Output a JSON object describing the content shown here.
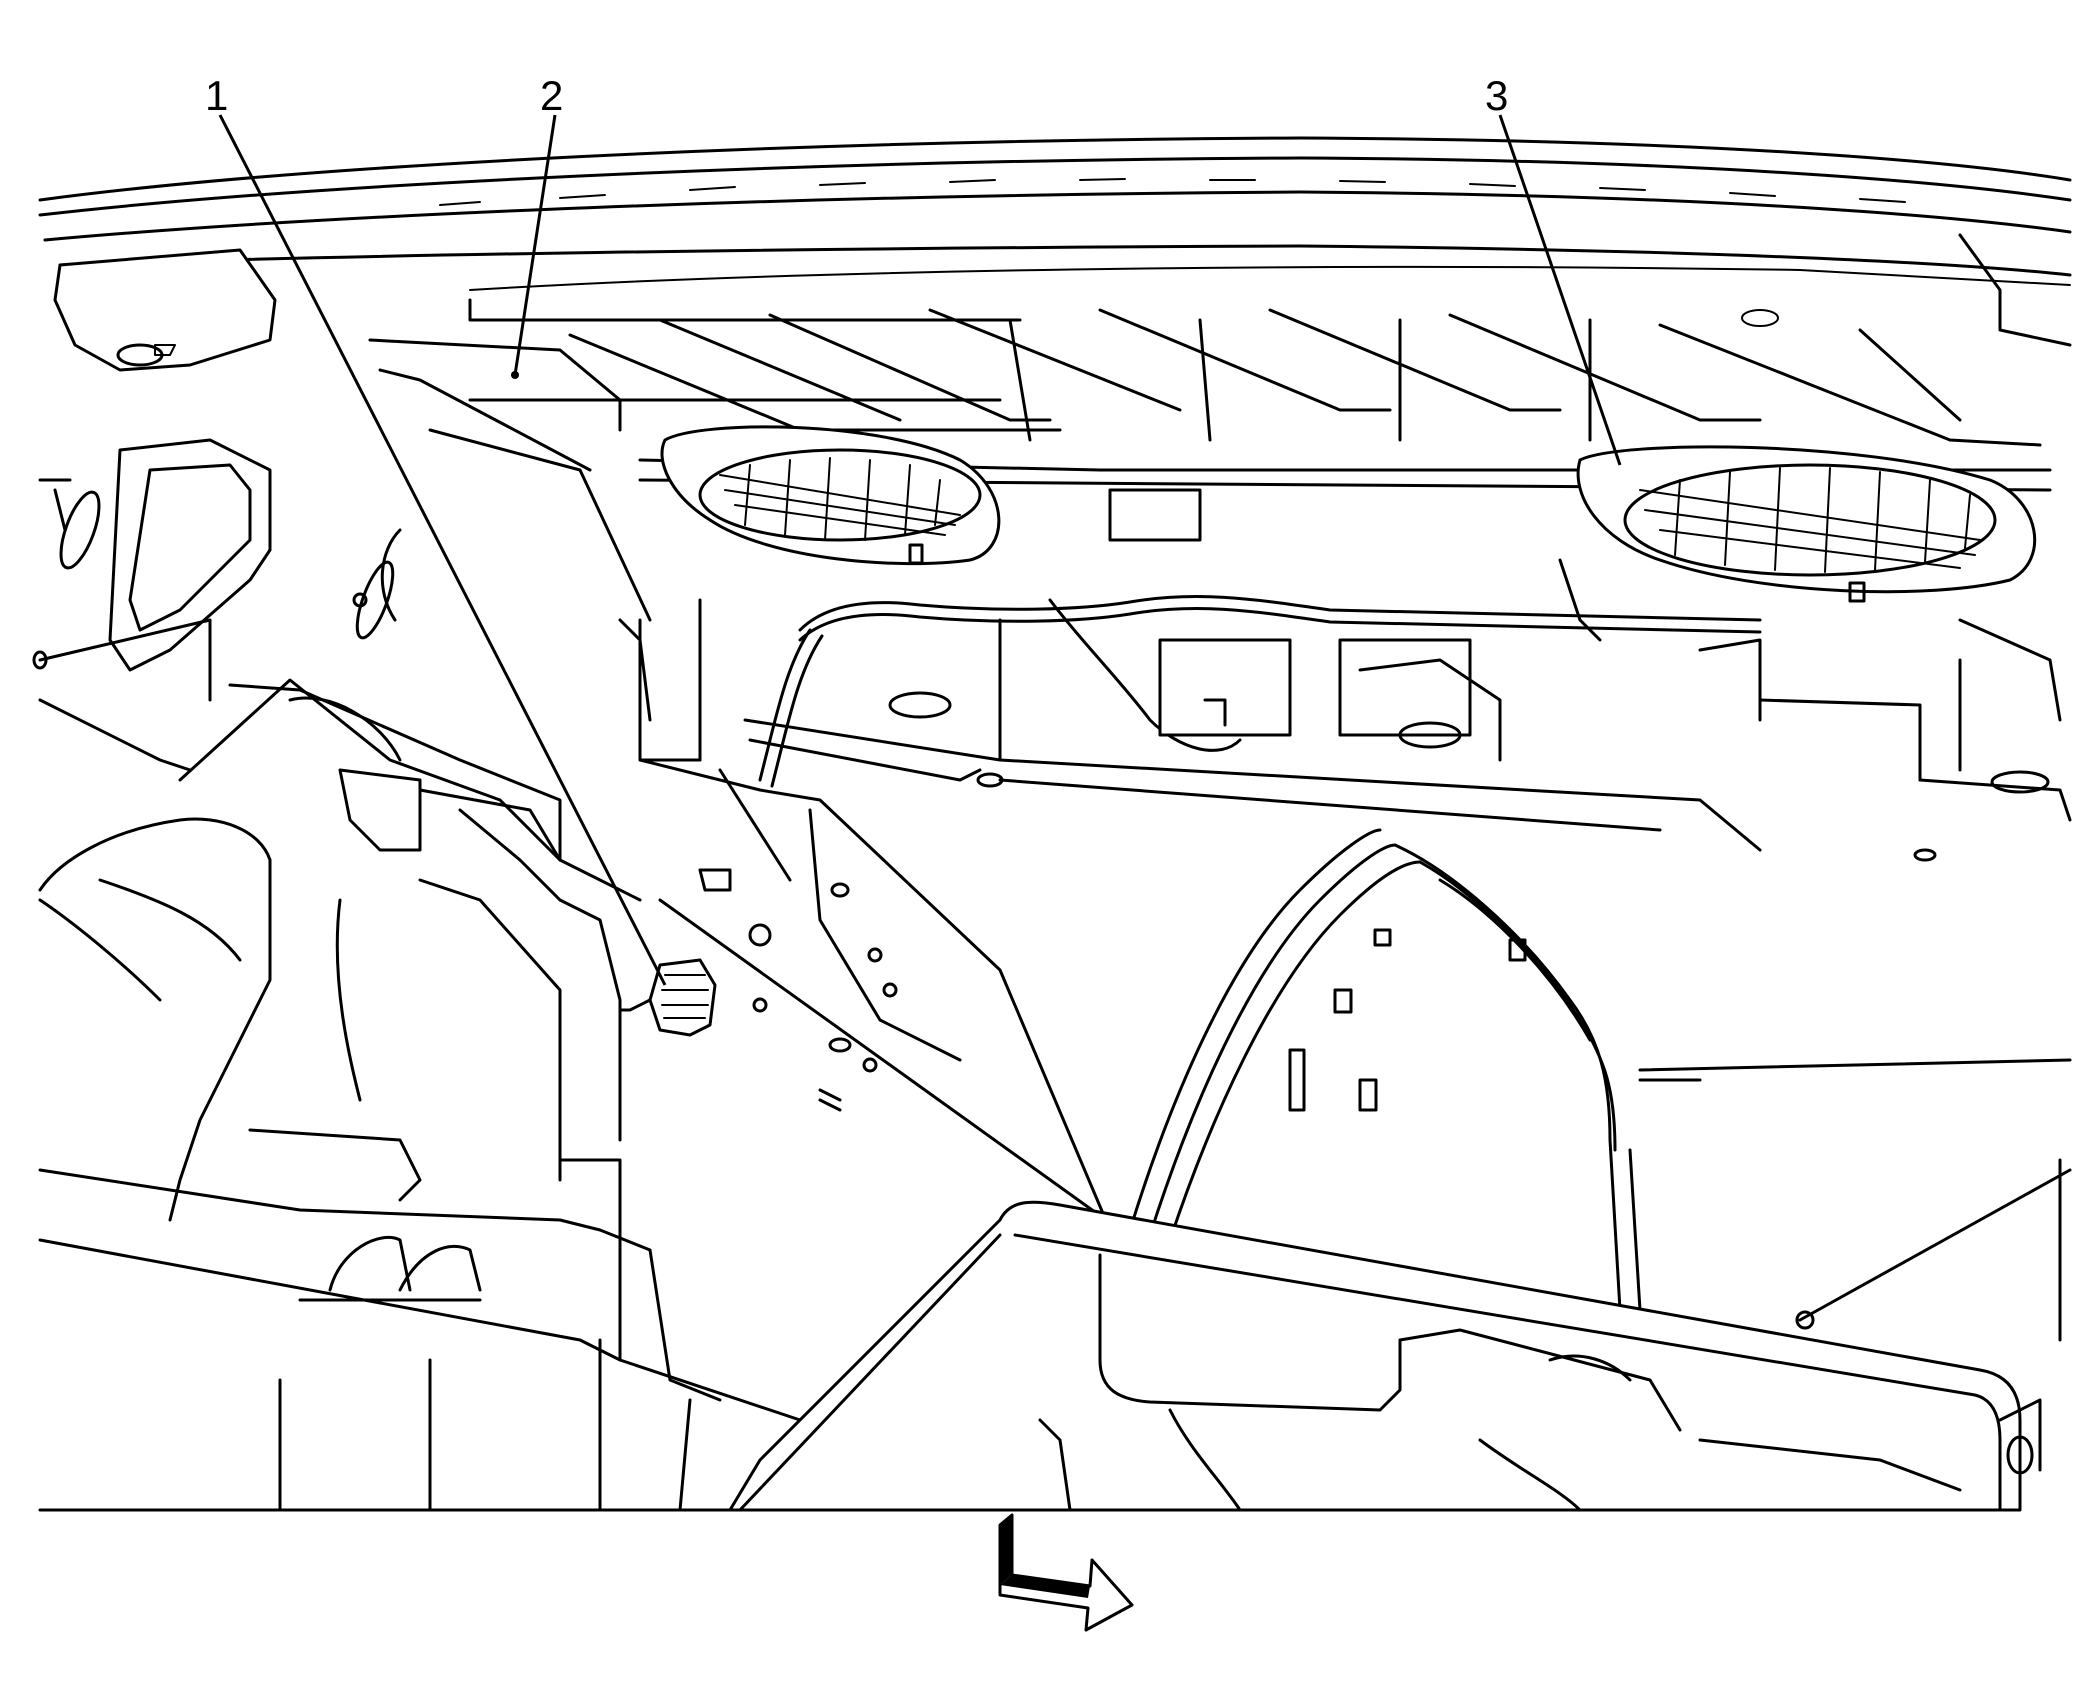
{
  "diagram": {
    "callouts": [
      {
        "id": "1",
        "label": "1"
      },
      {
        "id": "2",
        "label": "2"
      },
      {
        "id": "3",
        "label": "3"
      }
    ],
    "direction_arrow_icon": "forward-arrow-icon",
    "colors": {
      "line": "#000000",
      "background": "#ffffff"
    }
  }
}
